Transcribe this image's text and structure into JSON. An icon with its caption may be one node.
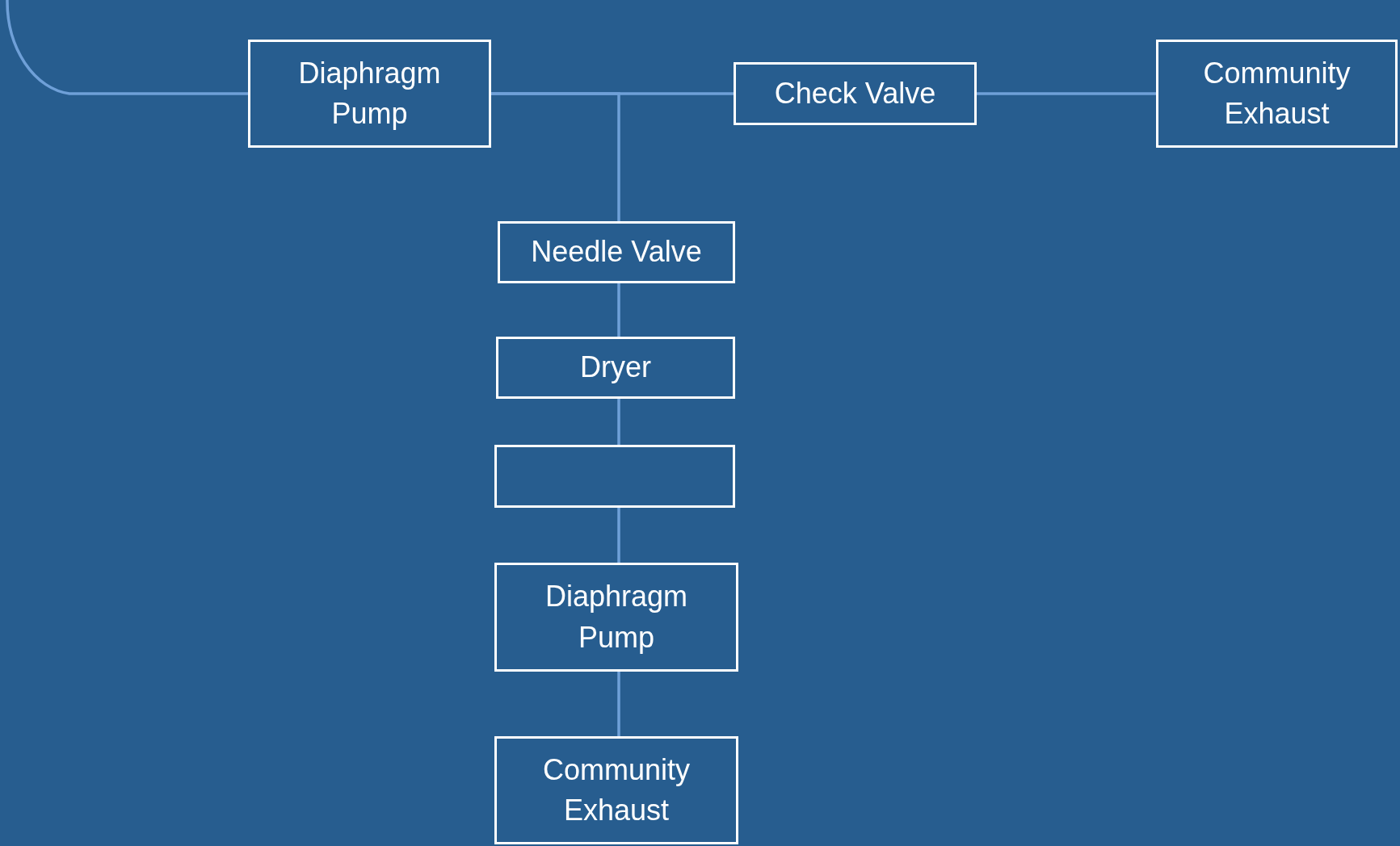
{
  "diagram": {
    "nodes": [
      {
        "text": [
          "Diaphragm Pump"
        ]
      },
      {
        "text": [
          "Check Valve"
        ]
      },
      {
        "text": [
          "Community Exhaust"
        ]
      },
      {
        "text": [
          "Needle Valve"
        ]
      },
      {
        "text": [
          "Dryer"
        ]
      },
      {
        "text": [],
        "shape": "box"
      },
      {
        "text": [
          "Diaphragm Pump"
        ]
      },
      {
        "text": [
          "Community Exhaust"
        ]
      }
    ],
    "edges": [
      {
        "from": null,
        "to": 0,
        "arrow": "none"
      },
      {
        "from": 0,
        "to": 1,
        "arrow": "none"
      },
      {
        "from": 0,
        "to": 3,
        "arrow": "none"
      },
      {
        "from": 1,
        "to": 2,
        "arrow": "none"
      },
      {
        "from": 3,
        "to": 4,
        "arrow": "none"
      },
      {
        "from": 4,
        "to": 5,
        "arrow": "none"
      },
      {
        "from": 5,
        "to": 6,
        "arrow": "none"
      },
      {
        "from": 6,
        "to": 7,
        "arrow": "none"
      }
    ]
  }
}
